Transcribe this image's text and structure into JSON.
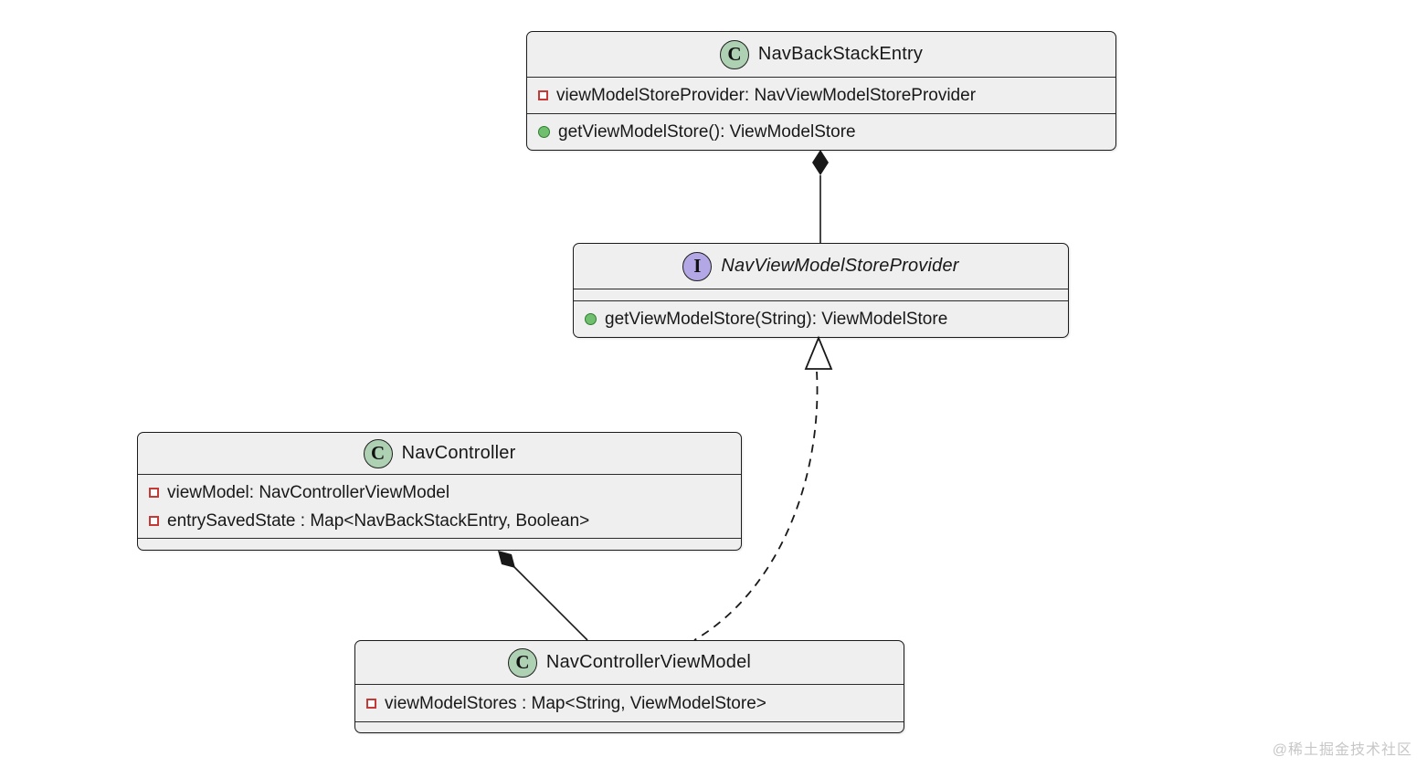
{
  "watermark": "@稀土掘金技术社区",
  "colors": {
    "box_fill": "#efefef",
    "box_border": "#1b1b1b",
    "class_badge_fill": "#add1b2",
    "interface_badge_fill": "#b4a7e5",
    "private_field_icon_border": "#c43a36",
    "public_method_icon_fill": "#6fbf6f",
    "public_method_icon_border": "#2e7d32",
    "connector": "#181818",
    "watermark_text": "#c7c7c7"
  },
  "classes": [
    {
      "badge": "C",
      "kind": "class",
      "name": "NavBackStackEntry",
      "fields": [
        {
          "visibility": "private",
          "text": "viewModelStoreProvider: NavViewModelStoreProvider"
        }
      ],
      "methods": [
        {
          "visibility": "public",
          "text": "getViewModelStore(): ViewModelStore"
        }
      ]
    },
    {
      "badge": "I",
      "kind": "interface",
      "name": "NavViewModelStoreProvider",
      "fields": [],
      "methods": [
        {
          "visibility": "public",
          "text": "getViewModelStore(String): ViewModelStore"
        }
      ]
    },
    {
      "badge": "C",
      "kind": "class",
      "name": "NavController",
      "fields": [
        {
          "visibility": "private",
          "text": "viewModel: NavControllerViewModel"
        },
        {
          "visibility": "private",
          "text": "entrySavedState : Map<NavBackStackEntry, Boolean>"
        }
      ],
      "methods": []
    },
    {
      "badge": "C",
      "kind": "class",
      "name": "NavControllerViewModel",
      "fields": [
        {
          "visibility": "private",
          "text": "viewModelStores : Map<String, ViewModelStore>"
        }
      ],
      "methods": []
    }
  ],
  "relations": [
    {
      "type": "composition",
      "from": "NavViewModelStoreProvider",
      "to": "NavBackStackEntry",
      "line": "solid",
      "marker": "filled-diamond"
    },
    {
      "type": "realization",
      "from": "NavControllerViewModel",
      "to": "NavViewModelStoreProvider",
      "line": "dashed",
      "marker": "hollow-triangle"
    },
    {
      "type": "composition",
      "from": "NavControllerViewModel",
      "to": "NavController",
      "line": "solid",
      "marker": "filled-diamond"
    }
  ]
}
